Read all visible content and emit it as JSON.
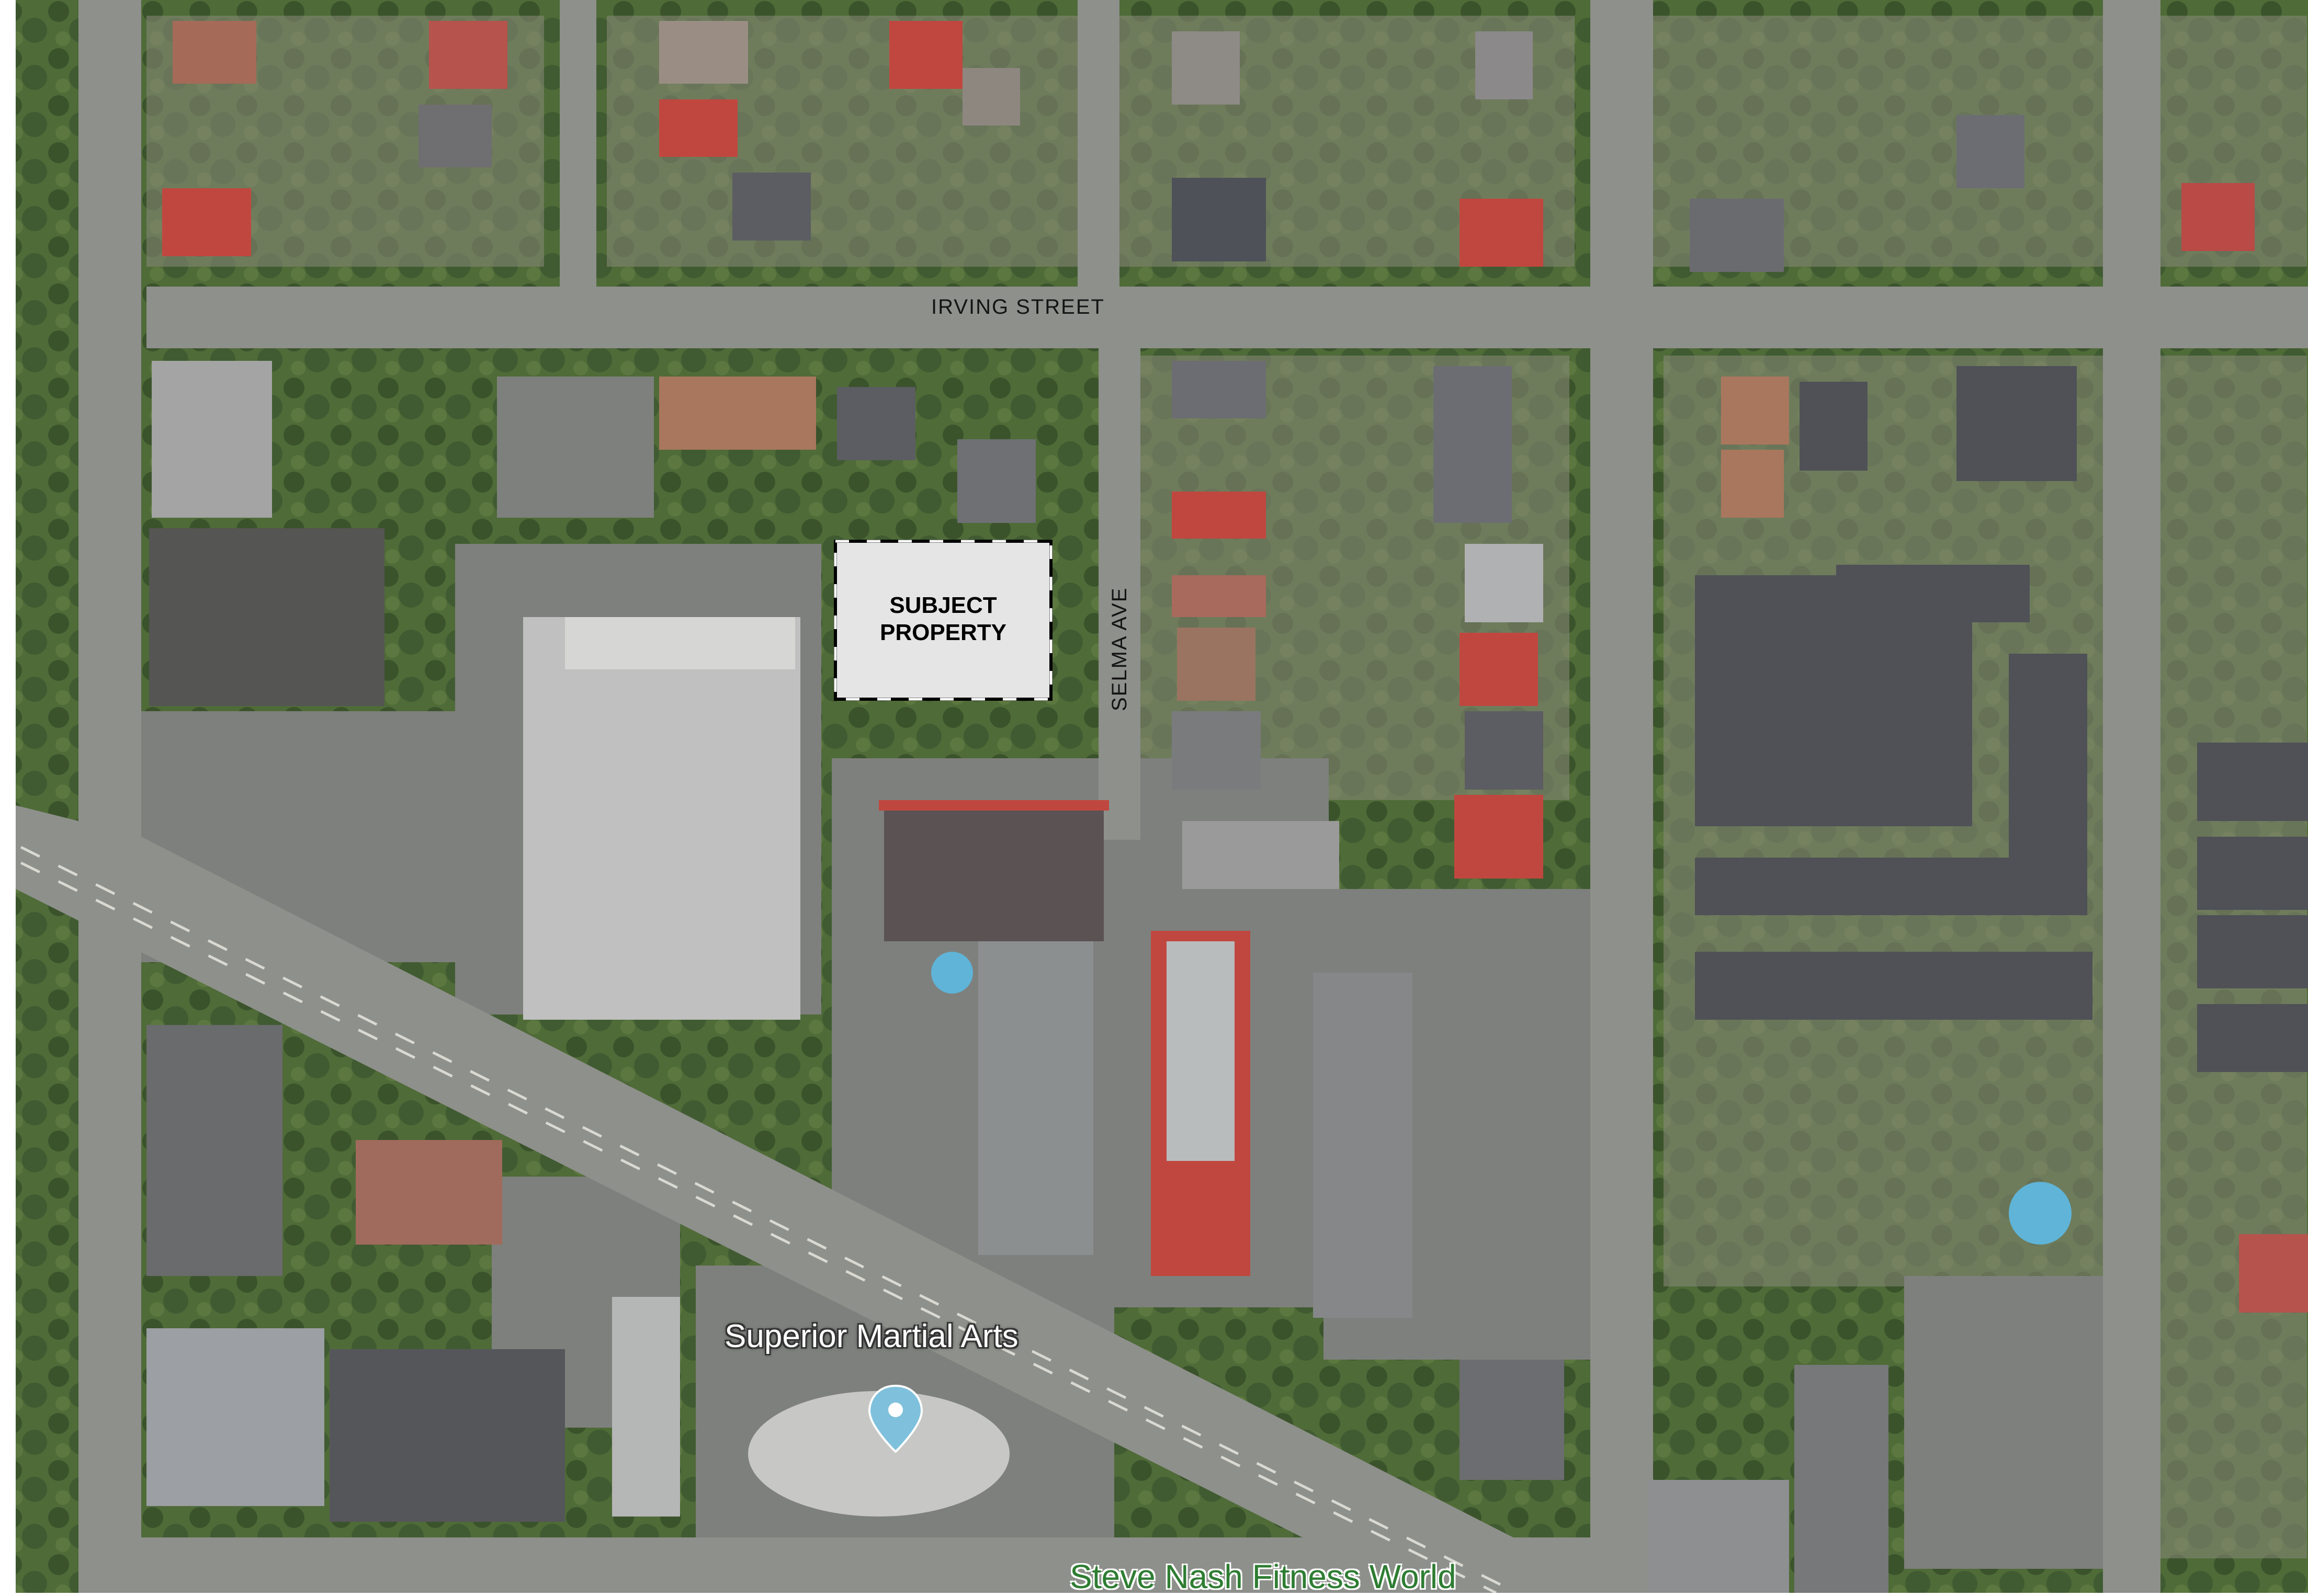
{
  "map": {
    "streets": {
      "irving": "IRVING STREET",
      "selma": "SELMA AVE"
    },
    "subject": {
      "line1": "SUBJECT",
      "line2": "PROPERTY"
    },
    "pois": {
      "martial_arts": "Superior Martial Arts",
      "fitness": "Steve Nash Fitness World"
    },
    "colors": {
      "road": "#8d8f8a",
      "vegetation": "#3f5d2c",
      "subject_fill": "#e5e5e5",
      "roof_red": "#c0473f"
    }
  }
}
